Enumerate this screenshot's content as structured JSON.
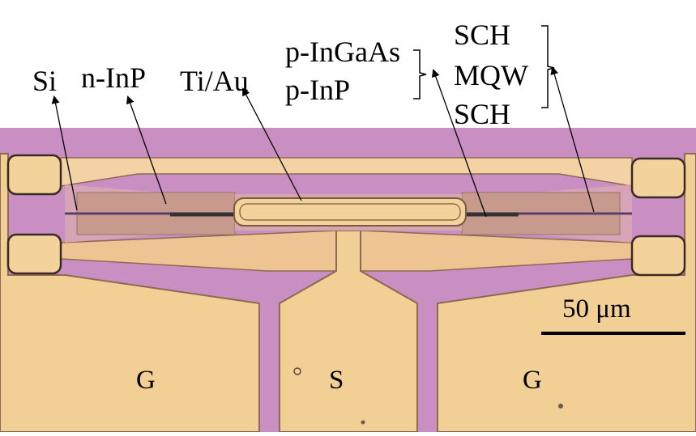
{
  "labels": {
    "si": "Si",
    "n_inp": "n-InP",
    "ti_au": "Ti/Au",
    "p_ingaas": "p-InGaAs",
    "p_inp": "p-InP",
    "sch_top": "SCH",
    "mqw": "MQW",
    "sch_bottom": "SCH"
  },
  "pads": {
    "ground_left": "G",
    "signal": "S",
    "ground_right": "G"
  },
  "scale_bar": {
    "label": "50 μm"
  },
  "colors": {
    "substrate": "#c98fc2",
    "gold": "#f2cf95",
    "gold_edge": "#8c6a52",
    "pink_layer": "#c89a8e",
    "waveguide": "#5a3f6a"
  }
}
